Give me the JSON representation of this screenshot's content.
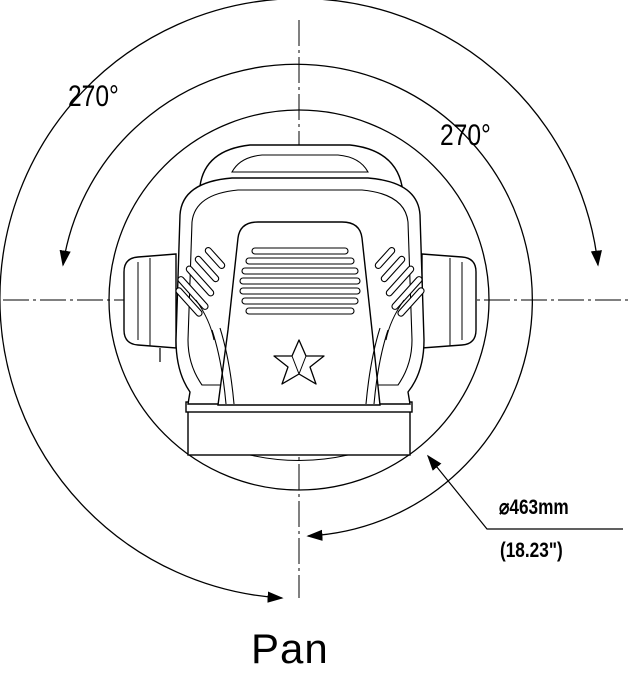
{
  "labels": {
    "outer_angle": "270°",
    "inner_angle": "270°",
    "diameter": "⌀463mm",
    "diameter_inches": "(18.23\")",
    "title": "Pan"
  },
  "colors": {
    "line": "#000000",
    "background": "#ffffff"
  },
  "icons": {
    "logo": "star-logo-icon"
  }
}
